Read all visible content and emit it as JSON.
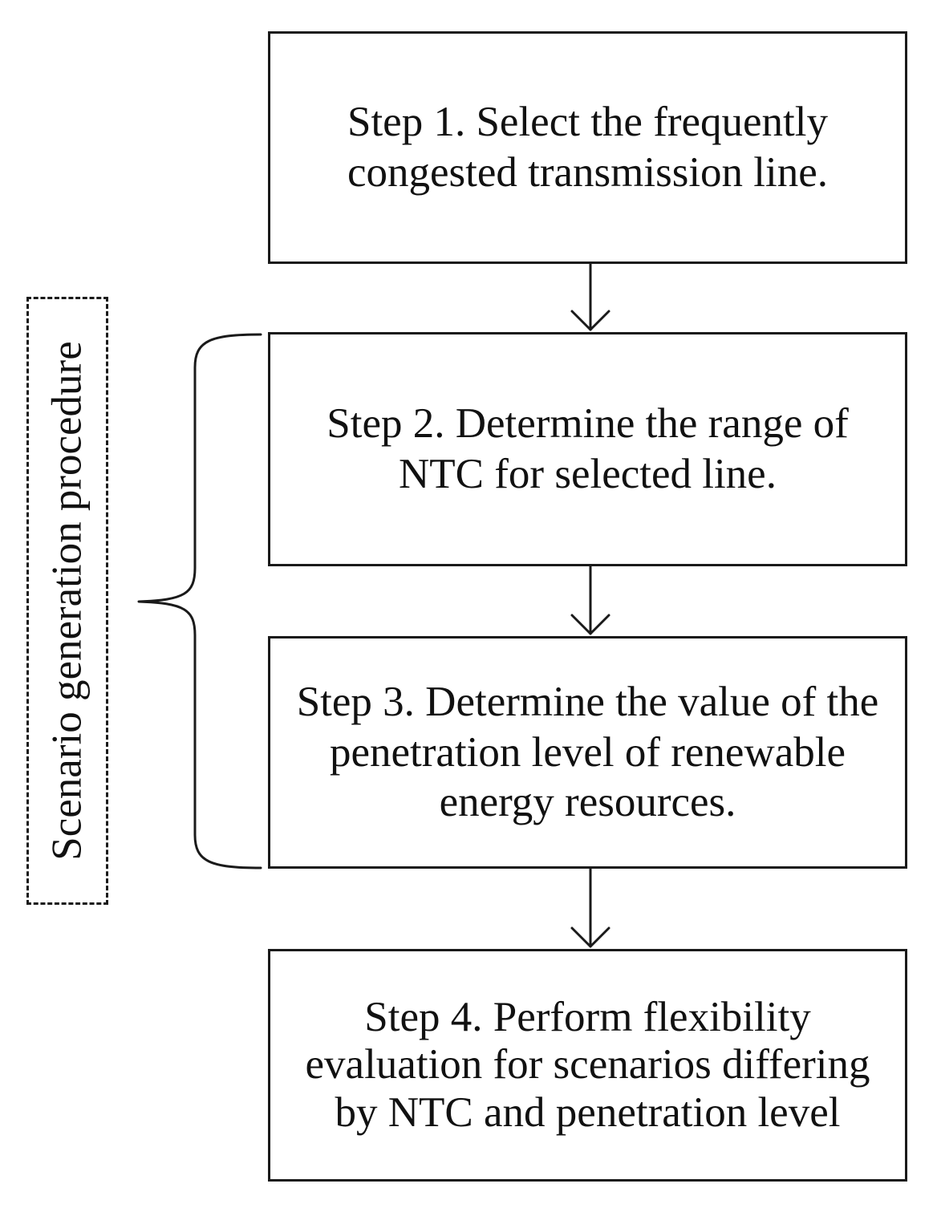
{
  "steps": [
    {
      "id": "step-1",
      "text": "Step 1. Select the frequently congested transmission line."
    },
    {
      "id": "step-2",
      "text": "Step 2. Determine the range of NTC for selected line."
    },
    {
      "id": "step-3",
      "text": "Step 3. Determine the value of the penetration level of renewable energy resources."
    },
    {
      "id": "step-4",
      "text": "Step 4. Perform flexibility evaluation for scenarios differing by NTC and penetration level"
    }
  ],
  "bracket_label": "Scenario generation procedure",
  "colors": {
    "line": "#1a1a1a",
    "background": "#ffffff",
    "text": "#111111"
  }
}
